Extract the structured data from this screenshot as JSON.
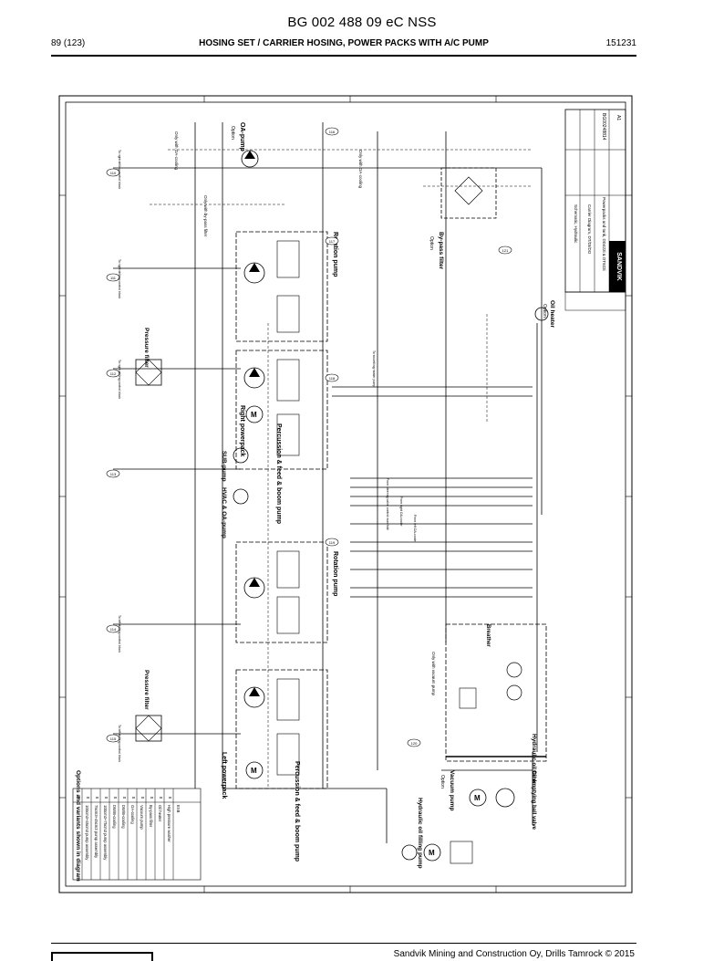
{
  "header": {
    "title": "BG 002 488 09 eC NSS",
    "page": "89 (123)",
    "section": "HOSING SET / CARRIER HOSING, POWER PACKS WITH A/C PUMP",
    "code": "151231"
  },
  "diagram": {
    "legend_title": "Options and variants shown in diagram",
    "legend_items": [
      "100cm3+45cm3 pump assembly",
      "75cm3+45cm3 pump assembly",
      "100cm3+75cm3 pump assembly",
      "DW/B-cooling",
      "DW/B-cooling",
      "OA-cooling",
      "Vacuum pump",
      "By-pass filter",
      "Oil heater",
      "High pressure washer",
      "EXB"
    ],
    "components": {
      "left_powerpack": "Left powerpack",
      "right_powerpack": "Right powerpack",
      "percussion_pump_left": "Percussion & feed & boom pump",
      "percussion_pump_right": "Percussion & feed & boom pump",
      "rotation_pump_left": "Rotation pump",
      "rotation_pump_right": "Rotation pump",
      "pressure_filter_left": "Pressure filter",
      "pressure_filter_right": "Pressure filter",
      "oa_pump": "OA-pump",
      "oa_pump_option": "Option",
      "hvac_pump": "HVAC & OA-pump",
      "sub_pump": "SUB-pump",
      "hydraulic_tank": "Hydraulic oil tank",
      "breather": "Breather",
      "oil_filling_pump": "Hydraulic oil filling pump",
      "vacuum_pump": "Vacuum pump",
      "vacuum_pump_option": "Option",
      "oil_heater": "Oil heater",
      "oil_heater_option": "Option",
      "bypass_filter": "By-pass filter",
      "bypass_filter_option": "Option",
      "oil_emptying_valve": "Oil emptying ball valve",
      "only_oa_cooling": "Only with OA-cooling",
      "only_bypass_filter": "Only with by-pass filter",
      "only_vacuum_pump": "Only with vacuum pump"
    },
    "title_block": {
      "company": "SANDVIK",
      "drawing_type": "Schematic, Hydraulic",
      "product": "Carrier Diagram, DT/DI/DO",
      "description": "Powerpacks and tank, DD422i & DT922i",
      "drawing_number": "BG00248814",
      "revision": "A1"
    },
    "line_numbers": [
      "110",
      "111",
      "112",
      "113",
      "114",
      "115",
      "116",
      "117",
      "118",
      "119",
      "120",
      "121",
      "122",
      "123",
      "124",
      "125"
    ]
  },
  "footer": {
    "text": "Sandvik Mining and Construction Oy, Drills Tamrock © 2015"
  }
}
